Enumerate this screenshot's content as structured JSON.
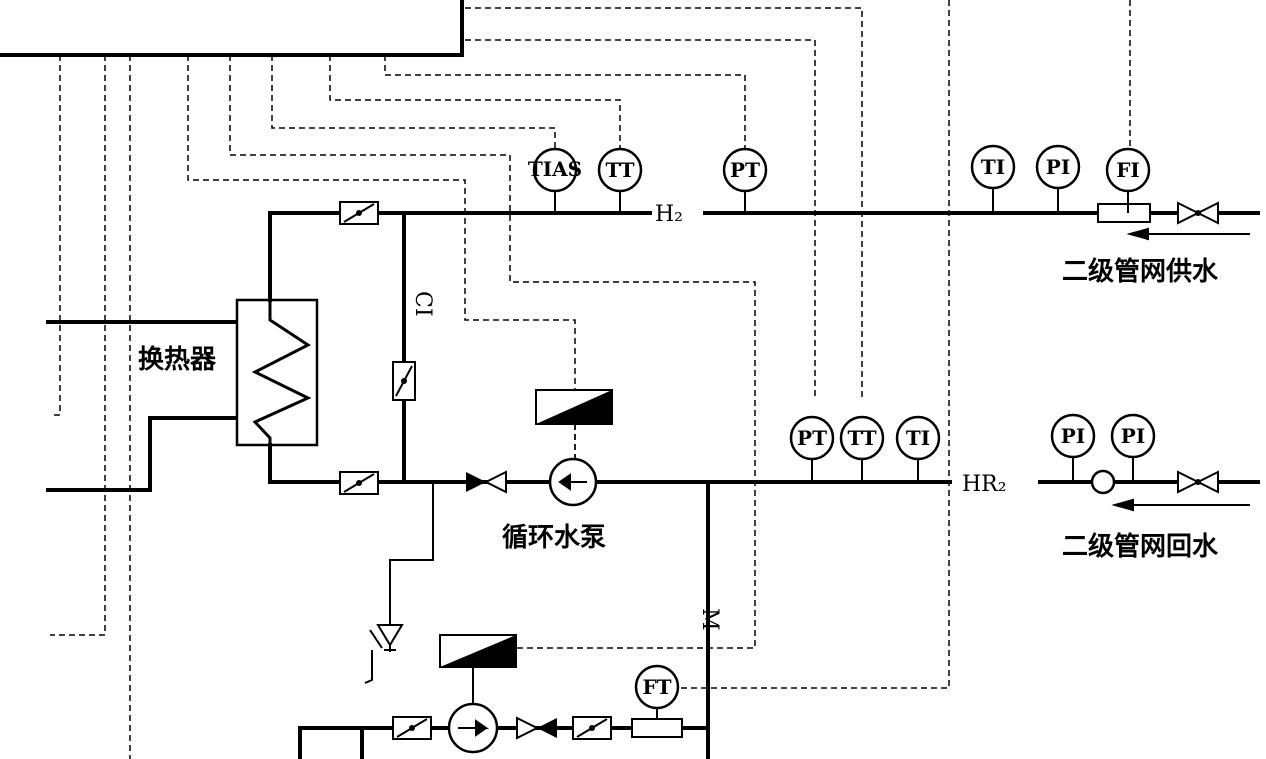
{
  "labels": {
    "heat_exchanger": "换热器",
    "circulation_pump": "循环水泵",
    "supply_water": "二级管网供水",
    "return_water": "二级管网回水",
    "supply_pipe": "H₂",
    "return_pipe": "HR₂",
    "bypass": "CI",
    "motor": "M"
  },
  "instruments": {
    "tias": "TIAS",
    "tt_supply": "TT",
    "pt_supply": "PT",
    "ti_supply": "TI",
    "pi_supply": "PI",
    "fi_supply": "FI",
    "pt_return": "PT",
    "tt_return": "TT",
    "ti_return": "TI",
    "pi_return_1": "PI",
    "pi_return_2": "PI",
    "ft_makeup": "FT"
  }
}
